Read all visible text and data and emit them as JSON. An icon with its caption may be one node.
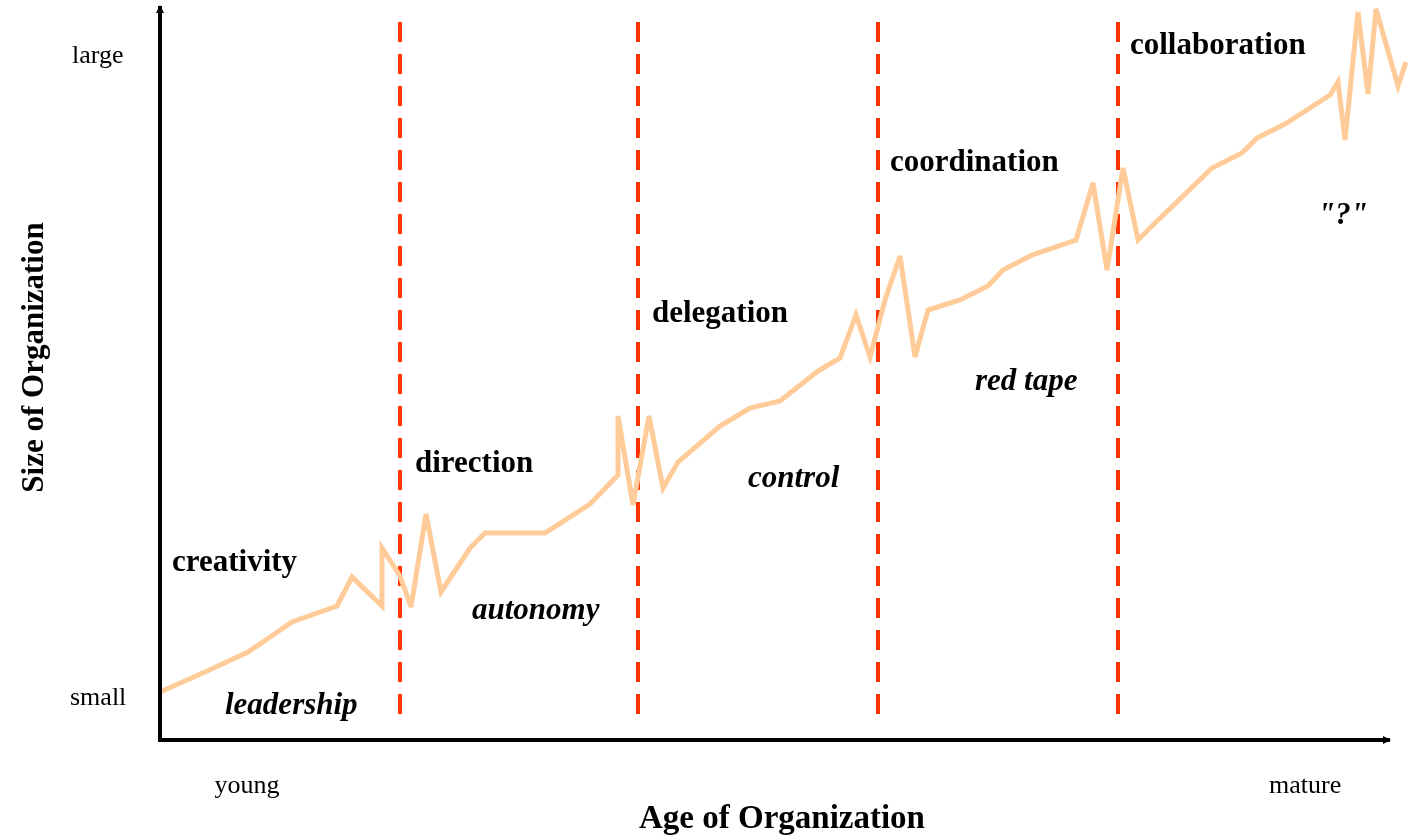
{
  "diagram": {
    "labels": [
      "large",
      "collaboration",
      "coordination",
      "\"?\"",
      "Size of Organization",
      "delegation",
      "red tape",
      "direction",
      "control",
      "creativity",
      "autonomy",
      "small",
      "leadership",
      "young",
      "mature",
      "Age of Organization"
    ]
  }
}
